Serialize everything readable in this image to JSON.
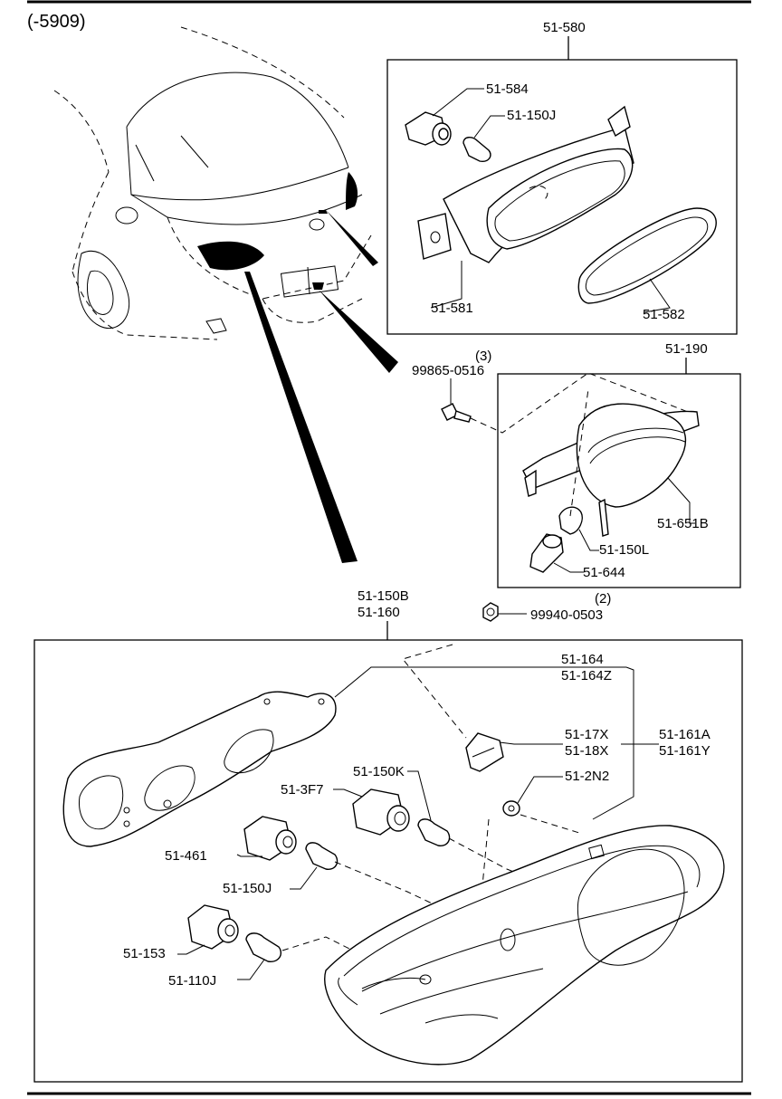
{
  "header": {
    "range_label": "(-5909)"
  },
  "callouts": {
    "top_box": "51-580",
    "socket_top": "51-584",
    "bulb_top": "51-150J",
    "lamp_top": "51-581",
    "gasket_top": "51-582",
    "screw_qty": "(3)",
    "screw": "99865-0516",
    "mid_box": "51-190",
    "lamp_mid": "51-651B",
    "bulb_mid": "51-150L",
    "socket_mid": "51-644",
    "nut_qty": "(2)",
    "nut": "99940-0503",
    "bottom_box_a": "51-150B",
    "bottom_box_b": "51-160",
    "clip_a": "51-164",
    "clip_b": "51-164Z",
    "cap_a": "51-17X",
    "cap_b": "51-18X",
    "assy_a": "51-161A",
    "assy_b": "51-161Y",
    "grommet": "51-2N2",
    "bulb_k": "51-150K",
    "socket_3f7": "51-3F7",
    "socket_461": "51-461",
    "bulb_j": "51-150J",
    "socket_153": "51-153",
    "bulb_110j": "51-110J"
  }
}
